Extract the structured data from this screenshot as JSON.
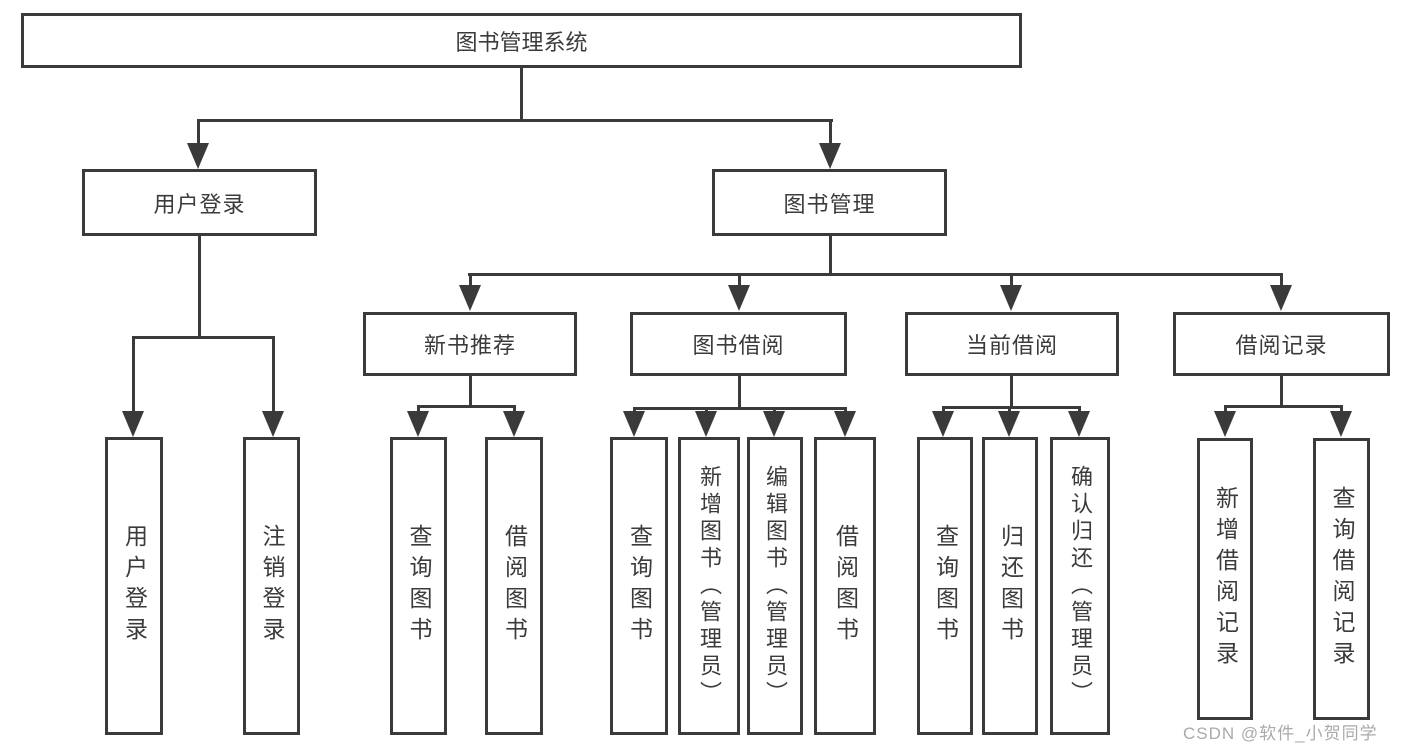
{
  "diagram": {
    "root": {
      "label": "图书管理系统"
    },
    "level2": [
      {
        "label": "用户登录"
      },
      {
        "label": "图书管理"
      }
    ],
    "level3": [
      {
        "label": "新书推荐"
      },
      {
        "label": "图书借阅"
      },
      {
        "label": "当前借阅"
      },
      {
        "label": "借阅记录"
      }
    ],
    "leaves": [
      {
        "label": "用户登录"
      },
      {
        "label": "注销登录"
      },
      {
        "label": "查询图书"
      },
      {
        "label": "借阅图书"
      },
      {
        "label": "查询图书"
      },
      {
        "label": "新增图书（管理员）"
      },
      {
        "label": "编辑图书（管理员）"
      },
      {
        "label": "借阅图书"
      },
      {
        "label": "查询图书"
      },
      {
        "label": "归还图书"
      },
      {
        "label": "确认归还（管理员）"
      },
      {
        "label": "新增借阅记录"
      },
      {
        "label": "查询借阅记录"
      }
    ]
  },
  "watermark": {
    "text": "CSDN @软件_小贺同学"
  }
}
